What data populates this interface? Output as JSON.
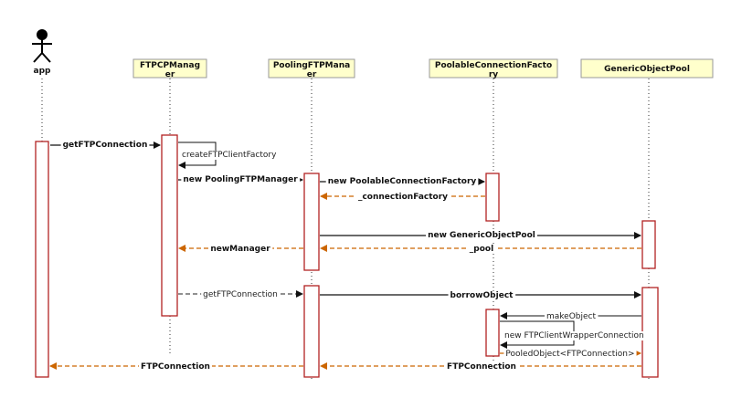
{
  "actor": {
    "name": "app"
  },
  "participants": [
    {
      "id": "ftpcpmanager",
      "line1": "FTPCPManag",
      "line2": "er"
    },
    {
      "id": "poolingftpmanager",
      "line1": "PoolingFTPMana",
      "line2": "er"
    },
    {
      "id": "poolableconnectionfactory",
      "line1": "PoolableConnectionFacto",
      "line2": "ry"
    },
    {
      "id": "genericobjectpool",
      "line1": "GenericObjectPool",
      "line2": ""
    }
  ],
  "messages": {
    "m1": "getFTPConnection",
    "m2": "createFTPClientFactory",
    "m3": "new PoolingFTPManager",
    "m4": "new PoolableConnectionFactory",
    "m5": "_connectionFactory",
    "m6": "new GenericObjectPool",
    "m7": "newManager",
    "m8": "_pool",
    "m9": "getFTPConnection",
    "m10": "borrowObject",
    "m11": "makeObject",
    "m12": "new FTPClientWrapperConnection",
    "m13": "PooledObject<FTPConnection>",
    "m14": "FTPConnection",
    "m15": "FTPConnection"
  },
  "colors": {
    "header_fill": "#ffffcc",
    "header_border": "#999999",
    "activation_border": "#b22222",
    "sync_arrow": "#111111",
    "return_arrow": "#cc6600",
    "lifeline": "#333333"
  }
}
